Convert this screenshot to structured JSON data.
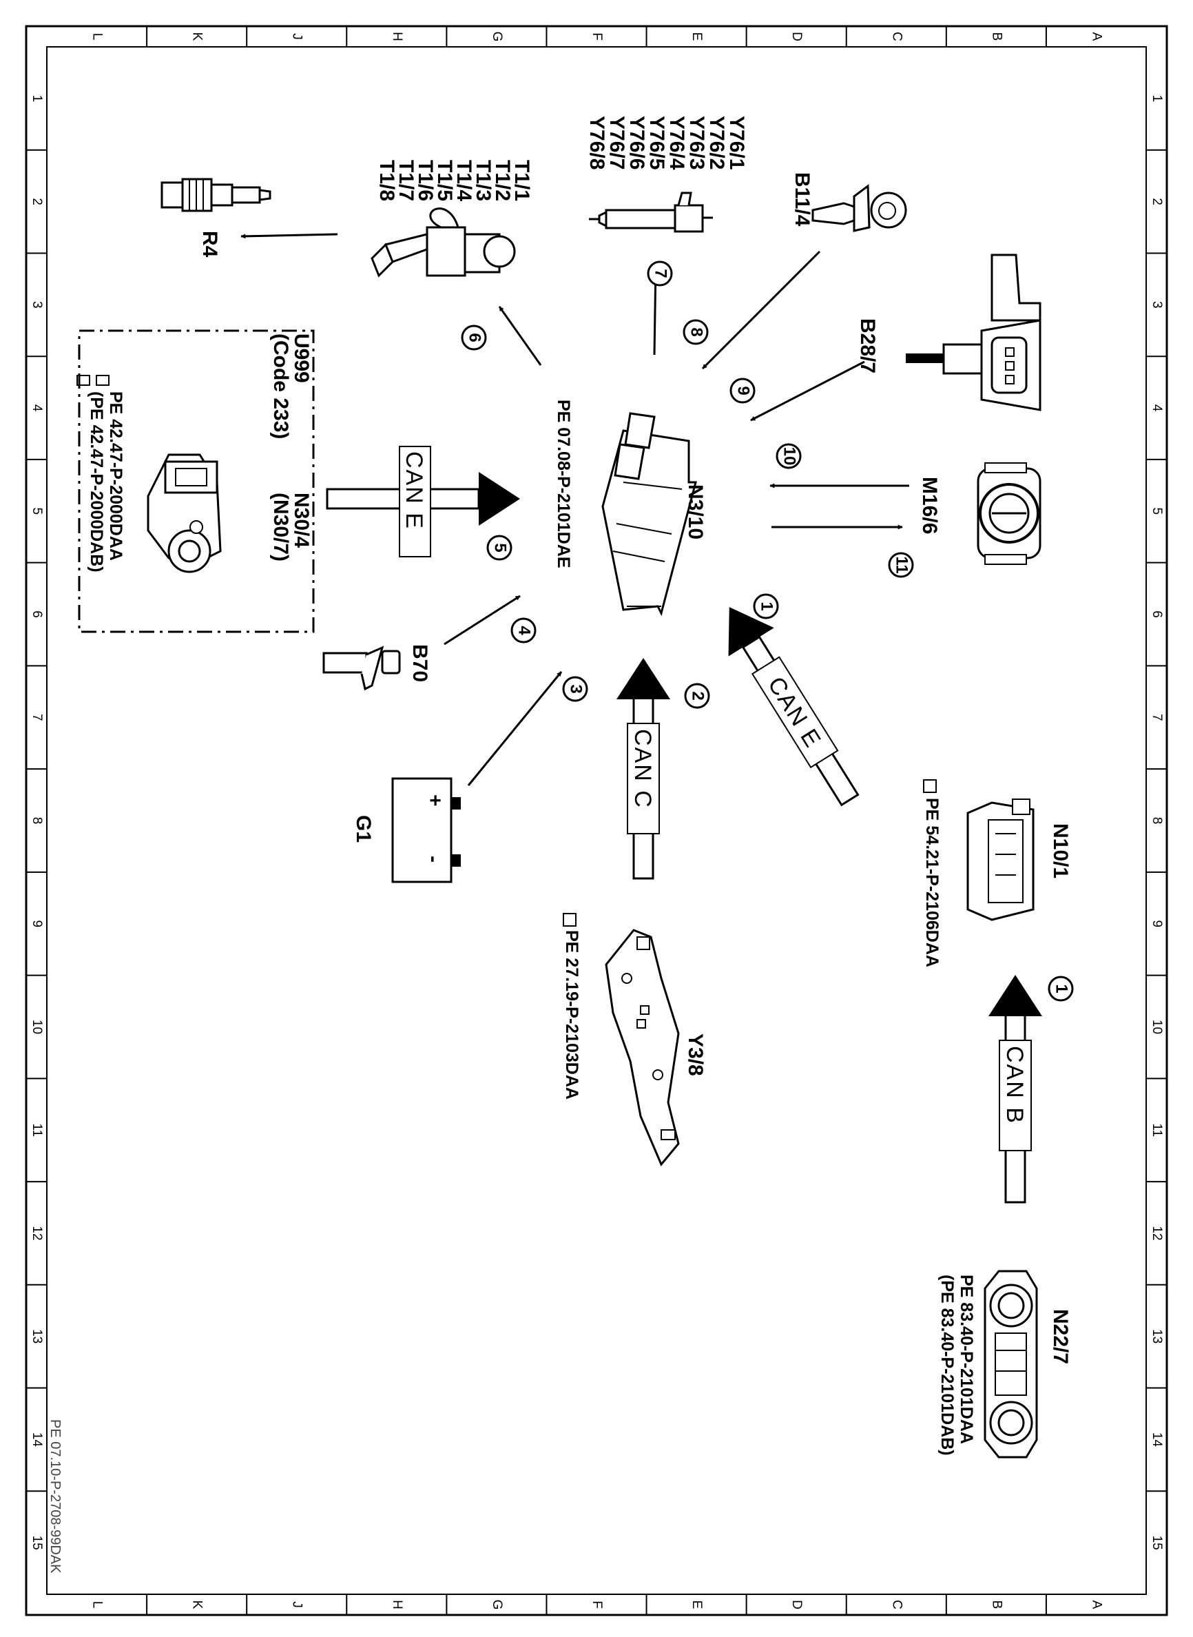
{
  "grid": {
    "letters": [
      "L",
      "K",
      "J",
      "H",
      "G",
      "F",
      "E",
      "D",
      "C",
      "B",
      "A"
    ],
    "numbers": [
      "1",
      "2",
      "3",
      "4",
      "5",
      "6",
      "7",
      "8",
      "9",
      "10",
      "11",
      "12",
      "13",
      "14",
      "15"
    ]
  },
  "footer": "PE 07.10-P-2708-99DAK",
  "components": {
    "n3_10": {
      "label": "N3/10",
      "ref": "PE 07.08-P-2101DAE"
    },
    "r4": {
      "label": "R4"
    },
    "t1": {
      "labels": [
        "T1/1",
        "T1/2",
        "T1/3",
        "T1/4",
        "T1/5",
        "T1/6",
        "T1/7",
        "T1/8"
      ]
    },
    "y76": {
      "labels": [
        "Y76/1",
        "Y76/2",
        "Y76/3",
        "Y76/4",
        "Y76/5",
        "Y76/6",
        "Y76/7",
        "Y76/8"
      ]
    },
    "b11_4": {
      "label": "B11/4"
    },
    "b28_7": {
      "label": "B28/7"
    },
    "m16_6": {
      "label": "M16/6"
    },
    "u999": {
      "label": "U999",
      "code": "(Code 233)",
      "sub1": "N30/4",
      "sub2": "(N30/7)",
      "ref1": "PE 42.47-P-2000DAA",
      "ref2": "(PE 42.47-P-2000DAB)"
    },
    "b70": {
      "label": "B70"
    },
    "g1": {
      "label": "G1",
      "plus": "+",
      "minus": "-"
    },
    "y3_8": {
      "label": "Y3/8",
      "ref": "PE 27.19-P-2103DAA"
    },
    "n10_1": {
      "label": "N10/1",
      "ref": "PE 54.21-P-2106DAA"
    },
    "n22_7": {
      "label": "N22/7",
      "ref1": "PE 83.40-P-2101DAA",
      "ref2": "(PE 83.40-P-2101DAB)"
    }
  },
  "buses": {
    "can_e": "CAN E",
    "can_c": "CAN C",
    "can_b": "CAN B"
  },
  "arrows": {
    "n1": "1",
    "n2": "2",
    "n3": "3",
    "n4": "4",
    "n5": "5",
    "n6": "6",
    "n7": "7",
    "n8": "8",
    "n9": "9",
    "n10": "10",
    "n11": "11",
    "n1b": "1"
  }
}
